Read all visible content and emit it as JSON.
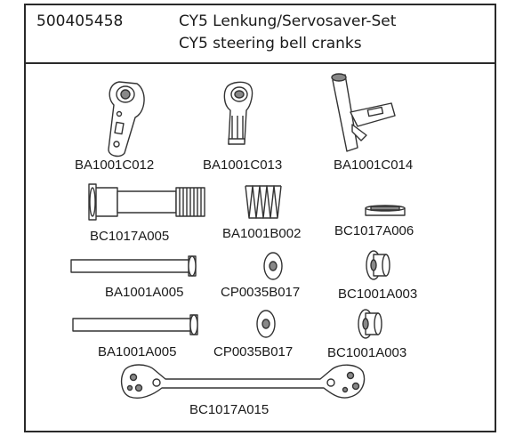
{
  "header": {
    "article_number": "500405458",
    "title_de": "CY5 Lenkung/Servosaver-Set",
    "title_en": "CY5 steering bell cranks"
  },
  "parts": [
    {
      "id": "p1",
      "label": "BA1001C012",
      "icon": "bell-crank-arm-icon"
    },
    {
      "id": "p2",
      "label": "BA1001C013",
      "icon": "servo-saver-arm-icon"
    },
    {
      "id": "p3",
      "label": "BA1001C014",
      "icon": "bell-crank-post-icon"
    },
    {
      "id": "p4",
      "label": "BC1017A005",
      "icon": "threaded-tube-icon"
    },
    {
      "id": "p5",
      "label": "BA1001B002",
      "icon": "spring-icon"
    },
    {
      "id": "p6",
      "label": "BC1017A006",
      "icon": "nut-icon"
    },
    {
      "id": "p7",
      "label": "BA1001A005",
      "icon": "pin-shaft-icon"
    },
    {
      "id": "p8",
      "label": "CP0035B017",
      "icon": "washer-icon"
    },
    {
      "id": "p9",
      "label": "BC1001A003",
      "icon": "bushing-icon"
    },
    {
      "id": "p10",
      "label": "BA1001A005",
      "icon": "pin-shaft-icon"
    },
    {
      "id": "p11",
      "label": "CP0035B017",
      "icon": "washer-icon"
    },
    {
      "id": "p12",
      "label": "BC1001A003",
      "icon": "bushing-icon"
    },
    {
      "id": "p13",
      "label": "BC1017A015",
      "icon": "drag-link-plate-icon"
    }
  ]
}
